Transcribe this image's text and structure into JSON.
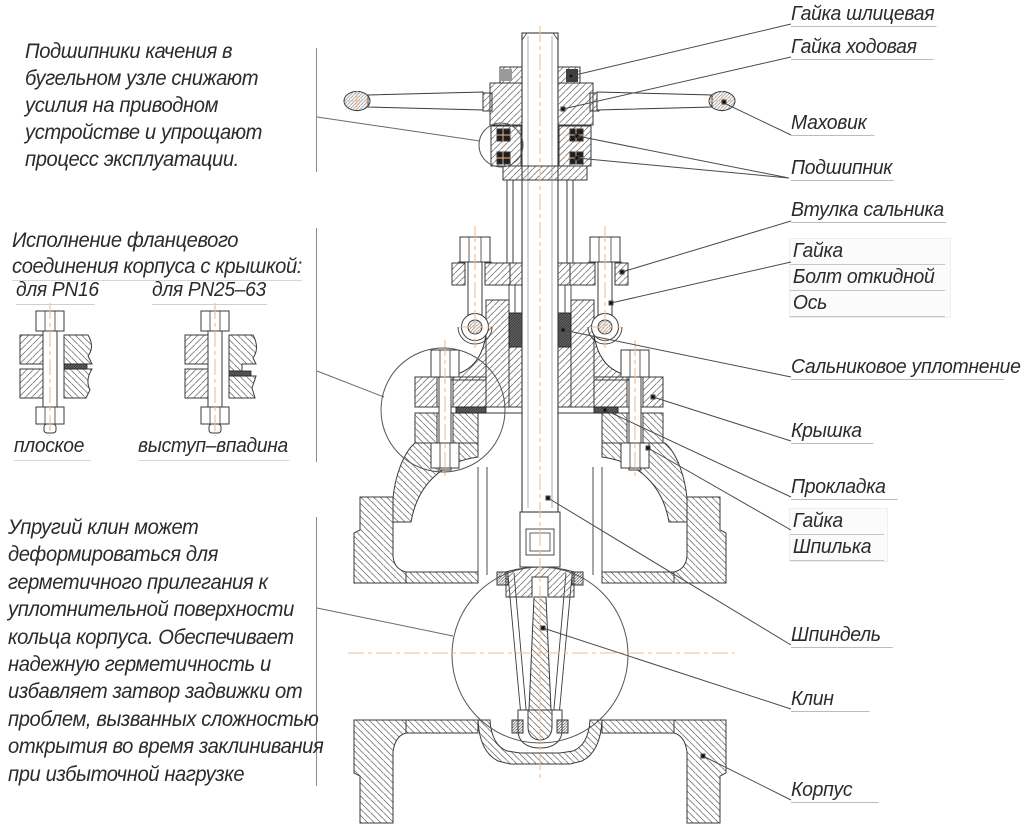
{
  "notes": {
    "bearings": {
      "lines": [
        "Подшипники качения в",
        "бугельном узле снижают",
        "усилия на приводном",
        "устройстве и упрощают",
        "процесс эксплуатации."
      ]
    },
    "flange": {
      "title_line1": "Исполнение фланцевого",
      "title_line2": "соединения корпуса с крышкой:",
      "variant1": "для PN16",
      "variant2": "для PN25–63",
      "caption1": "плоское",
      "caption2": "выступ–впадина"
    },
    "wedge": {
      "lines": [
        "Упругий клин может",
        "деформироваться для",
        "герметичного прилегания к",
        "уплотнительной поверхности",
        "кольца корпуса. Обеспечивает",
        "надежную герметичность и",
        "избавляет затвор задвижки от",
        "проблем, вызванных сложностью",
        "открытия во время заклинивания",
        "при избыточной нагрузке"
      ]
    }
  },
  "part_labels": {
    "spline_nut": "Гайка шлицевая",
    "drive_nut": "Гайка ходовая",
    "handwheel": "Маховик",
    "bearing": "Подшипник",
    "gland_bushing": "Втулка сальника",
    "nut_top": "Гайка",
    "hinged_bolt": "Болт откидной",
    "axis_pin": "Ось",
    "packing": "Сальниковое уплотнение",
    "bonnet": "Крышка",
    "gasket": "Прокладка",
    "nut_bottom": "Гайка",
    "stud": "Шпилька",
    "spindle": "Шпиндель",
    "wedge": "Клин",
    "body": "Корпус"
  },
  "colors": {
    "centerline": "#f2bd92",
    "line": "#3a3a3a",
    "underline": "#bcbcbc"
  }
}
